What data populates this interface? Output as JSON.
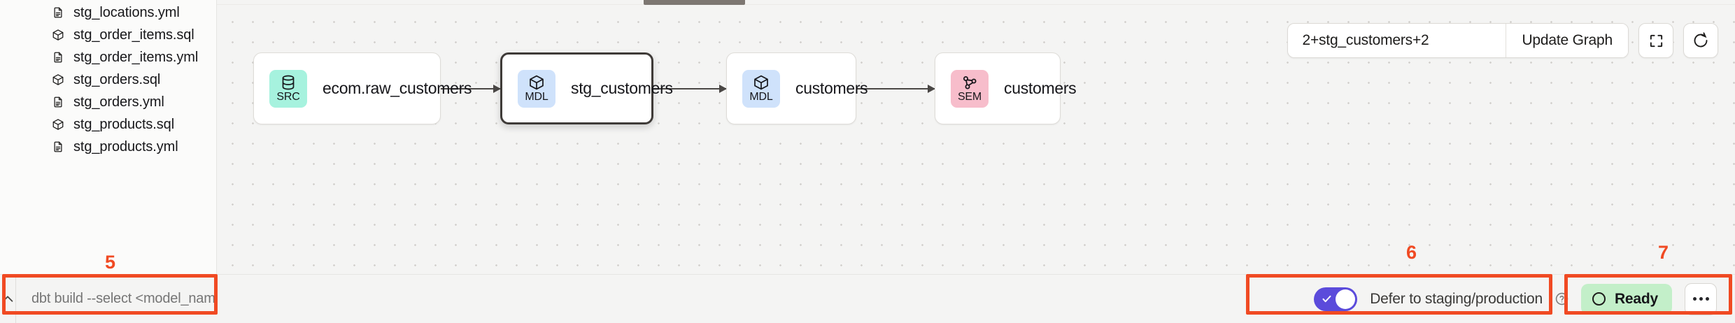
{
  "sidebar": {
    "files": [
      {
        "label": "stg_locations.yml",
        "icon": "yml-file-icon",
        "type": "yml"
      },
      {
        "label": "stg_order_items.sql",
        "icon": "sql-model-icon",
        "type": "sql"
      },
      {
        "label": "stg_order_items.yml",
        "icon": "yml-file-icon",
        "type": "yml"
      },
      {
        "label": "stg_orders.sql",
        "icon": "sql-model-icon",
        "type": "sql"
      },
      {
        "label": "stg_orders.yml",
        "icon": "yml-file-icon",
        "type": "yml"
      },
      {
        "label": "stg_products.sql",
        "icon": "sql-model-icon",
        "type": "sql"
      },
      {
        "label": "stg_products.yml",
        "icon": "yml-file-icon",
        "type": "yml"
      }
    ]
  },
  "command_bar": {
    "caret_icon": "chevron-up-icon",
    "placeholder": "dbt build --select <model_name>",
    "value": ""
  },
  "toolbar": {
    "selector_value": "2+stg_customers+2",
    "selector_placeholder": "2+stg_customers+2",
    "update_label": "Update Graph",
    "fullscreen_icon": "fullscreen-icon",
    "refresh_icon": "refresh-icon"
  },
  "graph": {
    "nodes": [
      {
        "id": "src",
        "badge": "SRC",
        "icon": "database-icon",
        "label": "ecom.raw_customers",
        "color": "#a6f2de",
        "selected": false
      },
      {
        "id": "stg",
        "badge": "MDL",
        "icon": "cube-icon",
        "label": "stg_customers",
        "color": "#cfe2fb",
        "selected": true
      },
      {
        "id": "mdl",
        "badge": "MDL",
        "icon": "cube-icon",
        "label": "customers",
        "color": "#cfe2fb",
        "selected": false
      },
      {
        "id": "sem",
        "badge": "SEM",
        "icon": "network-icon",
        "label": "customers",
        "color": "#f7bdcb",
        "selected": false
      }
    ]
  },
  "status_bar": {
    "defer_label": "Defer to staging/production",
    "defer_enabled": true,
    "help_icon": "help-circle-icon",
    "status_label": "Ready",
    "status_color": "#c3efc9",
    "more_icon": "more-horizontal-icon"
  },
  "annotations": [
    {
      "number": "5",
      "target": "command-bar"
    },
    {
      "number": "6",
      "target": "defer-toggle"
    },
    {
      "number": "7",
      "target": "status-badge"
    }
  ],
  "colors": {
    "accent_annotation": "#f04a23",
    "toggle_on": "#5b4bdb",
    "canvas": "#f4f4f3"
  }
}
